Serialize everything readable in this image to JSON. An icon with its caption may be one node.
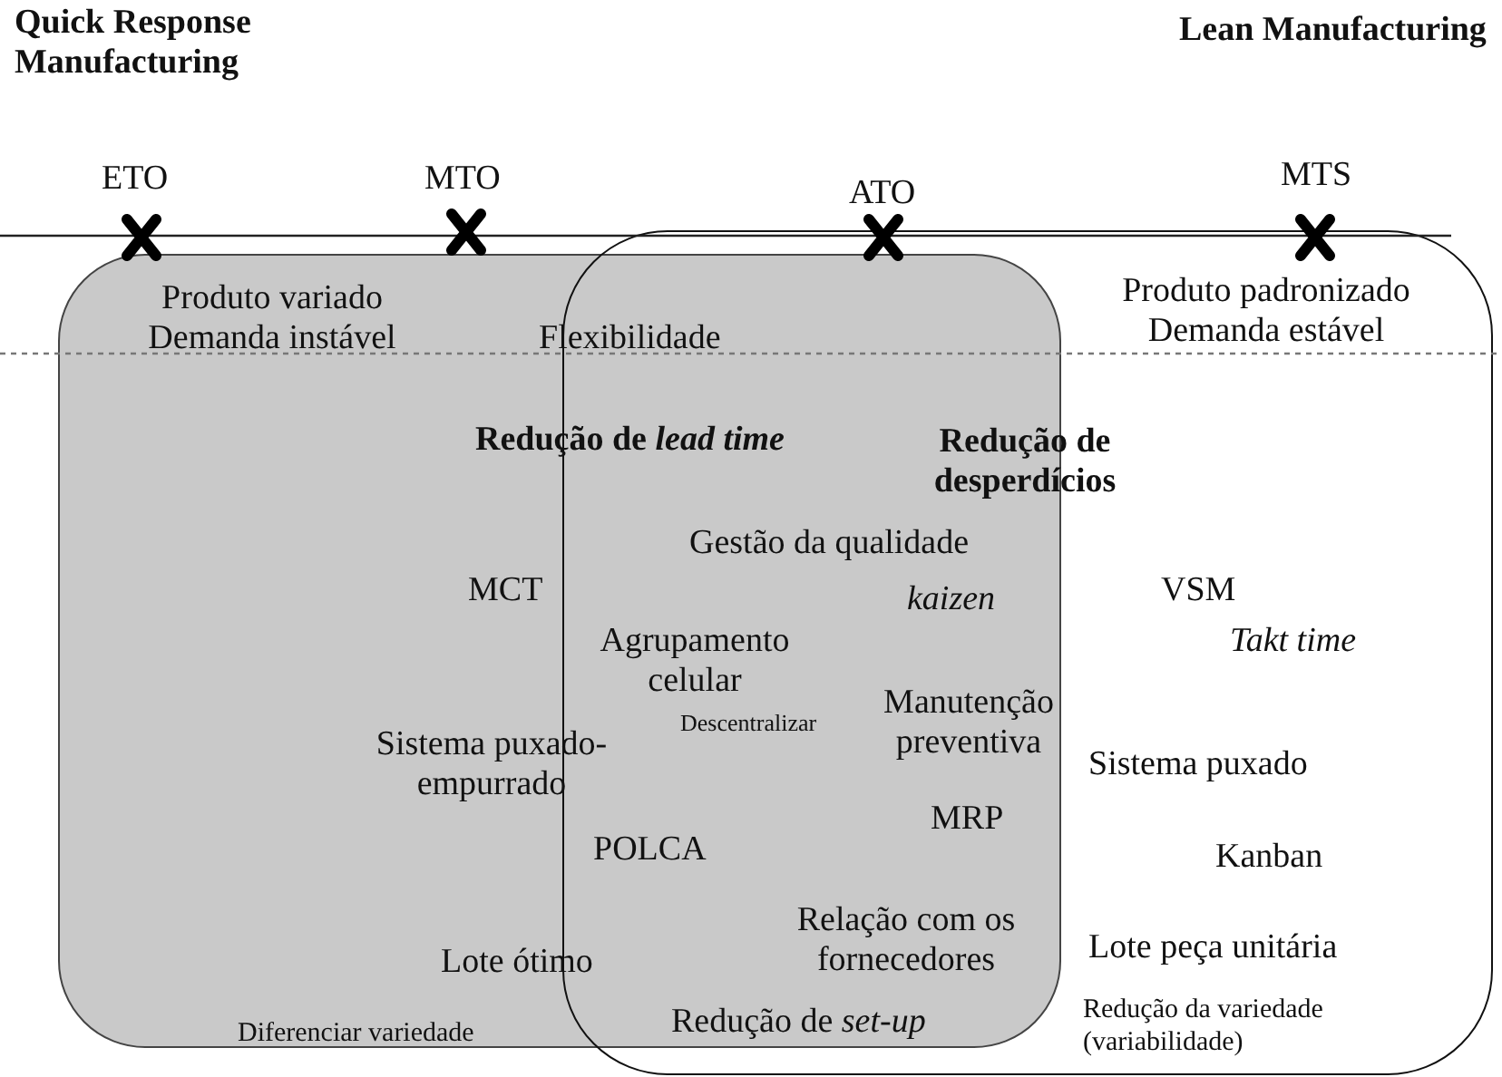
{
  "diagram": {
    "nodes": [
      {
        "text": [],
        "shape": "box"
      },
      {
        "text": [],
        "shape": "box"
      }
    ],
    "edges": [],
    "labels": [
      "Quick Response Manufacturing",
      "Lean Manufacturing",
      "ETO",
      "MTO",
      "ATO",
      "MTS",
      "Produto variado Demanda instável",
      "Flexibilidade",
      "Produto padronizado Demanda estável",
      "Redução de *lead time*",
      "Redução de desperdícios",
      "Gestão da qualidade",
      "MCT",
      "kaizen",
      "VSM",
      "Takt time",
      "Agrupamento celular",
      "Descentralizar",
      "Manutenção preventiva",
      "Sistema puxado-empurrado",
      "Sistema puxado",
      "MRP",
      "POLCA",
      "Kanban",
      "Relação com os fornecedores",
      "Lote ótimo",
      "Lote peça unitária",
      "Redução de *set-up*",
      "Diferenciar variedade",
      "Redução da variedade (variabilidade)"
    ]
  }
}
